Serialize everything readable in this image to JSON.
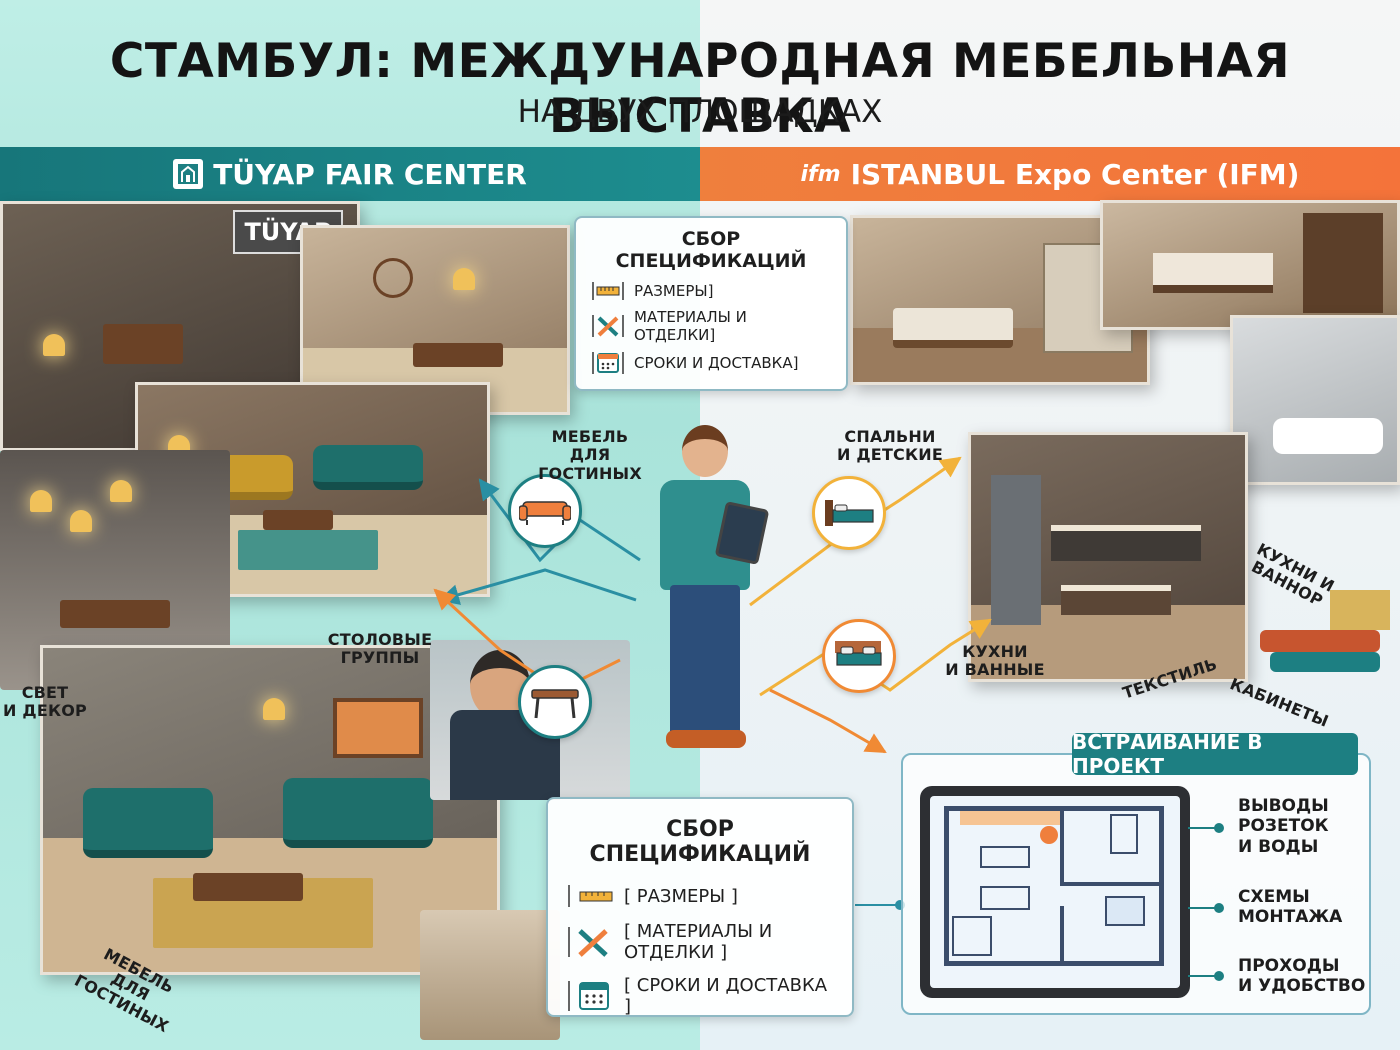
{
  "header": {
    "title": "СТАМБУЛ: МЕЖДУНАРОДНАЯ МЕБЕЛЬНАЯ ВЫСТАВКА",
    "subtitle": "НА ДВУХ ПЛОЩАДКАХ"
  },
  "venues": {
    "left": {
      "name": "TÜYAP FAIR CENTER",
      "color": "#1d7f82",
      "booth_sign": "TÜYAP"
    },
    "right": {
      "logo": "ifm",
      "name": "ISTANBUL Expo Center (IFM)",
      "color": "#f4733a"
    }
  },
  "spec_card_top": {
    "title": "СБОР СПЕЦИФИКАЦИЙ",
    "items": [
      {
        "icon": "ruler-icon",
        "label": "РАЗМЕРЫ]"
      },
      {
        "icon": "tools-icon",
        "label": "МАТЕРИАЛЫ И ОТДЕЛКИ]"
      },
      {
        "icon": "calendar-icon",
        "label": "СРОКИ И ДОСТАВКА]"
      }
    ]
  },
  "spec_card_bottom": {
    "title": "СБОР СПЕЦИФИКАЦИЙ",
    "items": [
      {
        "icon": "ruler-icon",
        "label": "[ РАЗМЕРЫ ]"
      },
      {
        "icon": "tools-icon",
        "label": "[ МАТЕРИАЛЫ И ОТДЕЛКИ ]"
      },
      {
        "icon": "calendar-icon",
        "label": "[ СРОКИ И ДОСТАВКА ]"
      }
    ]
  },
  "labels": {
    "living_top": "МЕБЕЛЬ\nДЛЯ ГОСТИНЫХ",
    "dining": "СТОЛОВЫЕ\nГРУППЫ",
    "light_decor": "СВЕТ\nИ ДЕКОР",
    "living_bottom": "МЕБЕЛЬ\nДЛЯ ГОСТИНЫХ",
    "bedrooms": "СПАЛЬНИ\nИ ДЕТСКИЕ",
    "kitchens_bath": "КУХНИ\nИ ВАННЫЕ",
    "kitchens_bath_tilted": "КУХНИ И\nВАННОР",
    "textile": "ТЕКСТИЛЬ",
    "cabinets": "КАБИНЕТЫ"
  },
  "integration": {
    "title": "ВСТРАИВАНИЕ В ПРОЕКТ",
    "items": [
      "ВЫВОДЫ\nРОЗЕТОК\nИ ВОДЫ",
      "СХЕМЫ\nМОНТАЖА",
      "ПРОХОДЫ\nИ УДОБСТВО"
    ]
  },
  "colors": {
    "teal": "#1d7f82",
    "orange": "#f4733a",
    "flow_orange": "#f2a33a",
    "flow_teal": "#2a8fa3"
  },
  "icons": {
    "living": "sofa-icon",
    "dining": "dining-table-icon",
    "bedrooms": "bed-icon",
    "bedroom_second": "bed-icon"
  }
}
